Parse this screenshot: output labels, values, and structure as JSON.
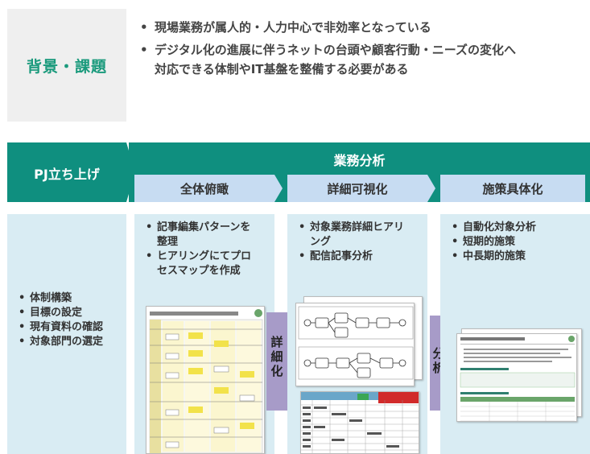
{
  "background": {
    "label": "背景・課題",
    "bullets": [
      "現場業務が属人的・人力中心で非効率となっている",
      "デジタル化の進展に伴うネットの台頭や顧客行動・ニーズの変化へ対応できる体制やIT基盤を整備する必要がある"
    ]
  },
  "stages": {
    "pj": "PJ立ち上げ",
    "gyomu": "業務分析",
    "phases": [
      "全体俯瞰",
      "詳細可視化",
      "施策具体化"
    ]
  },
  "columns": {
    "pj": [
      "体制構築",
      "目標の設定",
      "現有資料の確認",
      "対象部門の選定"
    ],
    "overview": [
      "記事編集パターンを整理",
      "ヒアリングにてプロセスマップを作成"
    ],
    "detail": [
      "対象業務詳細ヒアリング",
      "配信記事分析"
    ],
    "measures": [
      "自動化対象分析",
      "短期的施策",
      "中長期的施策"
    ]
  },
  "arrows": {
    "detail": "詳細化",
    "analysis": "分析"
  },
  "colors": {
    "teal": "#0f8f7f",
    "green_label": "#1a9a7c",
    "phase_blue": "#c7dcf2",
    "column_bg": "#d9ecf3",
    "arrow_purple": "#a79bc8"
  }
}
